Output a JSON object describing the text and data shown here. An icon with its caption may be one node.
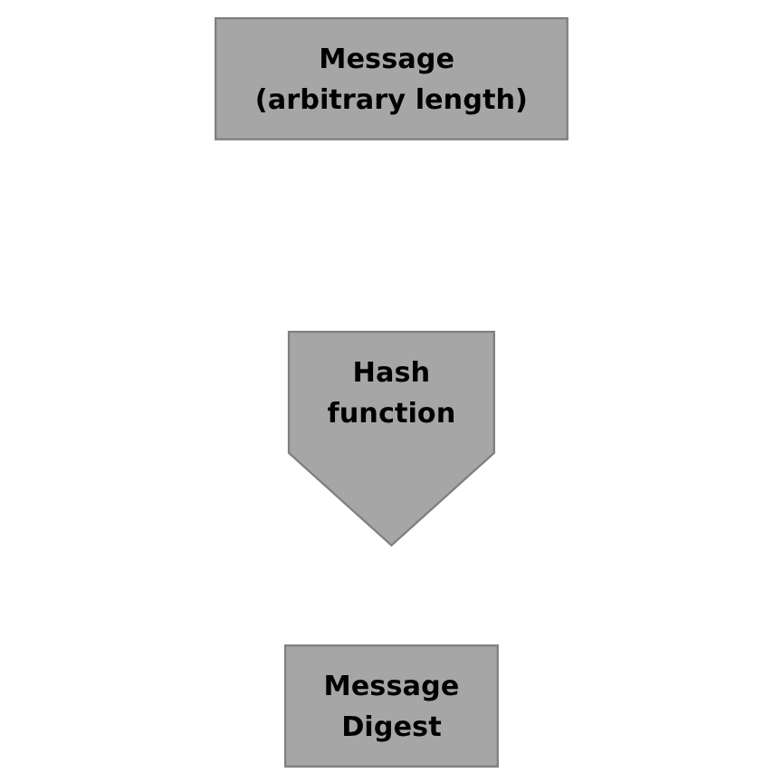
{
  "diagram": {
    "nodes": [
      {
        "text": [
          "Message (arbitrary length)"
        ]
      },
      {
        "text": [
          "Hash function"
        ]
      },
      {
        "text": [
          "Message Digest"
        ]
      }
    ],
    "edges": []
  }
}
